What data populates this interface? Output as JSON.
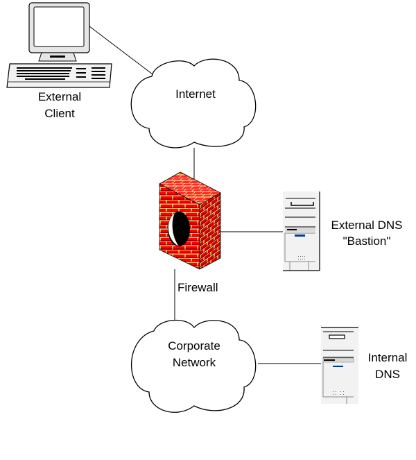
{
  "diagram": {
    "nodes": {
      "external_client": {
        "lines": [
          "External",
          "Client"
        ],
        "icon": "computer-workstation-icon"
      },
      "internet": {
        "lines": [
          "Internet"
        ],
        "icon": "cloud-icon"
      },
      "firewall": {
        "lines": [
          "Firewall"
        ],
        "icon": "brick-wall-firewall-icon"
      },
      "external_dns": {
        "lines": [
          "External DNS",
          "\"Bastion\""
        ],
        "icon": "tower-server-icon"
      },
      "corporate_network": {
        "lines": [
          "Corporate",
          "Network"
        ],
        "icon": "cloud-icon"
      },
      "internal_dns": {
        "lines": [
          "Internal",
          "DNS"
        ],
        "icon": "tower-server-icon"
      }
    },
    "connections": [
      [
        "external_client",
        "internet"
      ],
      [
        "internet",
        "firewall"
      ],
      [
        "firewall",
        "external_dns"
      ],
      [
        "firewall",
        "corporate_network"
      ],
      [
        "corporate_network",
        "internal_dns"
      ]
    ],
    "colors": {
      "brick": "#ff0000",
      "mortar": "#ffff99",
      "server_accent": "#003f7f",
      "server_body": "#f2f2f2",
      "monitor_body": "#e6e6e6"
    }
  }
}
